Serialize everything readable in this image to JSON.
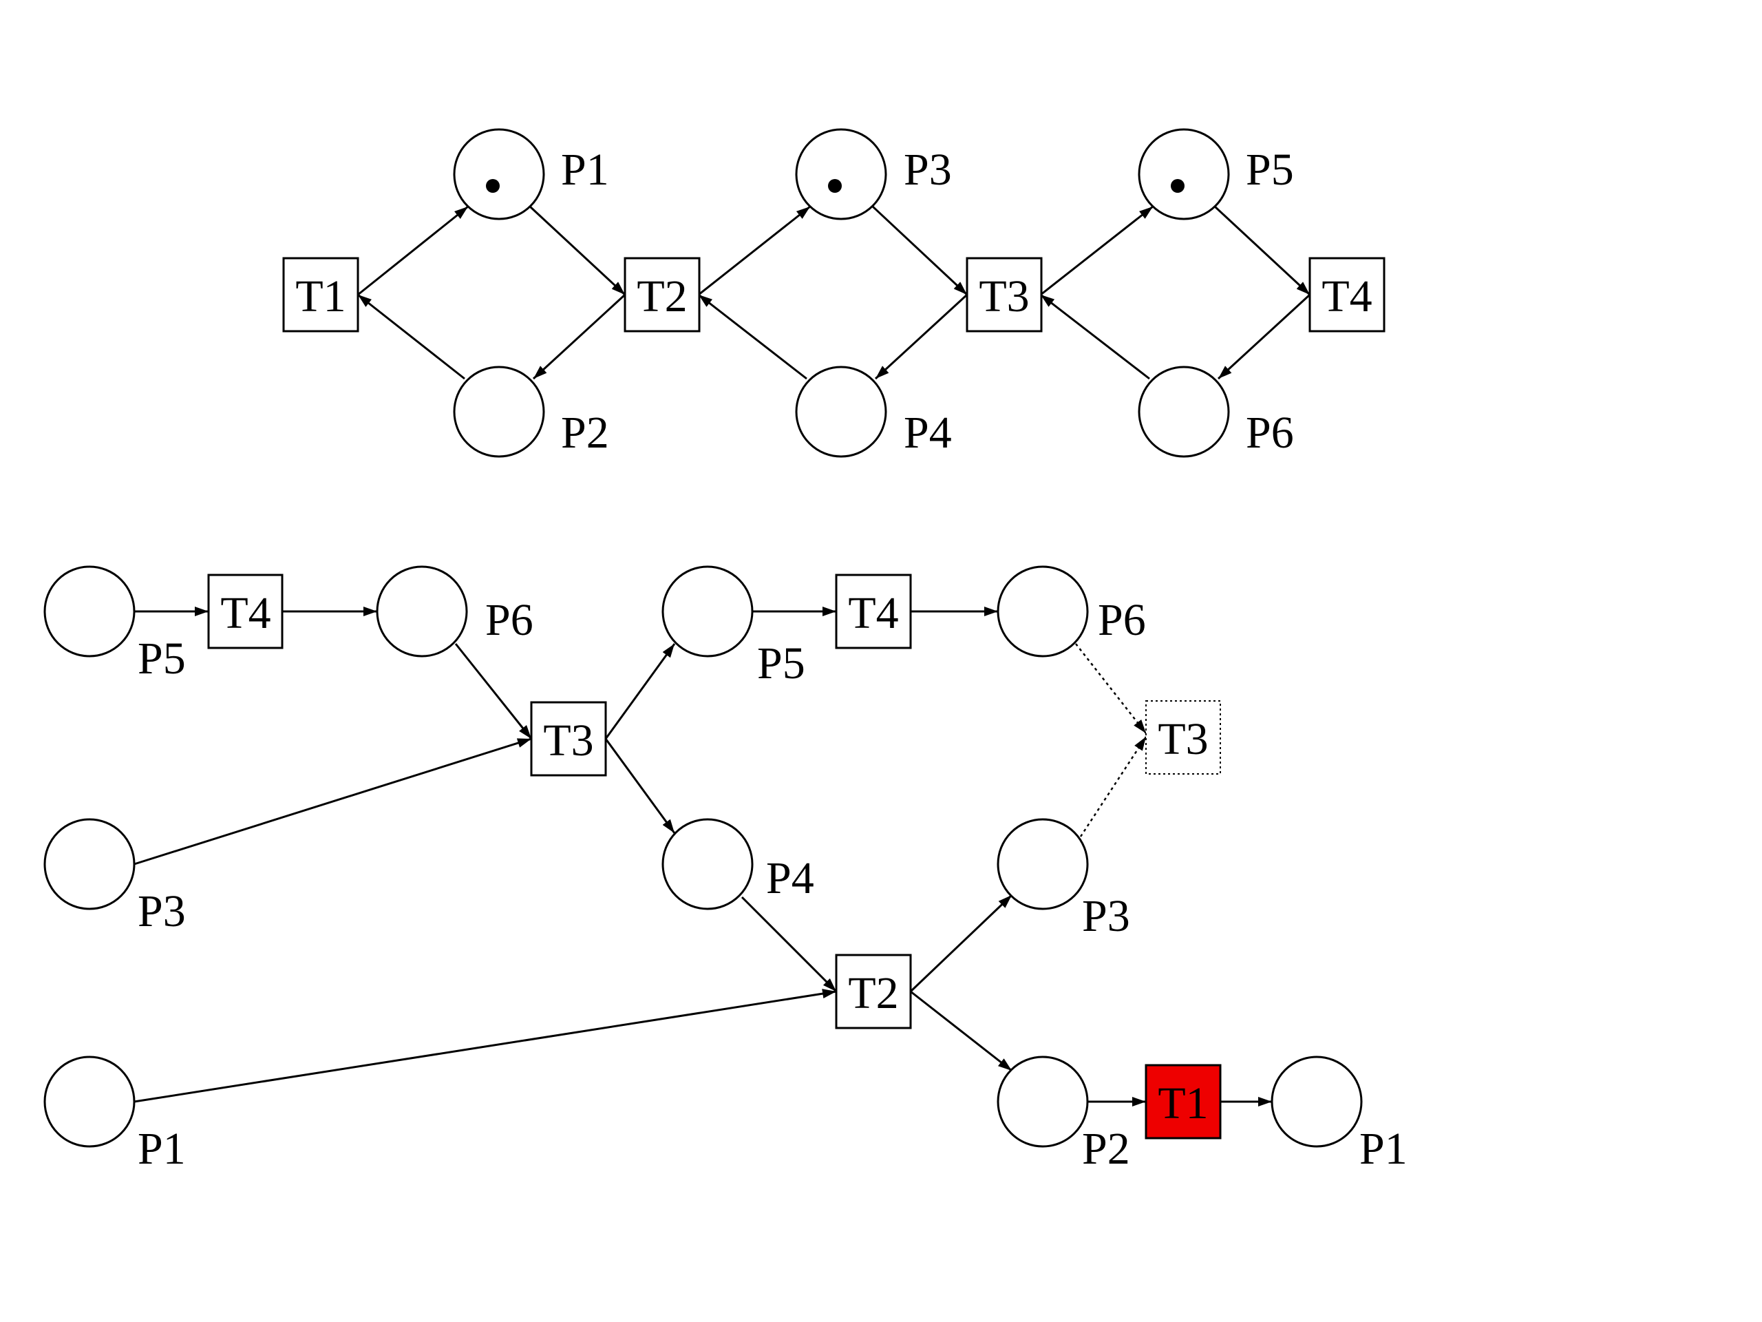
{
  "colors": {
    "stroke": "#000000",
    "background": "#ffffff",
    "highlight": "#ee0000",
    "dotted_stroke": "#888888"
  },
  "net": {
    "places": [
      {
        "id": "P1",
        "label": "P1",
        "tokens": 1
      },
      {
        "id": "P2",
        "label": "P2",
        "tokens": 0
      },
      {
        "id": "P3",
        "label": "P3",
        "tokens": 1
      },
      {
        "id": "P4",
        "label": "P4",
        "tokens": 0
      },
      {
        "id": "P5",
        "label": "P5",
        "tokens": 1
      },
      {
        "id": "P6",
        "label": "P6",
        "tokens": 0
      }
    ],
    "transitions": [
      {
        "id": "T1",
        "label": "T1"
      },
      {
        "id": "T2",
        "label": "T2"
      },
      {
        "id": "T3",
        "label": "T3"
      },
      {
        "id": "T4",
        "label": "T4"
      }
    ],
    "arcs": [
      {
        "from": "T1",
        "to": "P1"
      },
      {
        "from": "P1",
        "to": "T2"
      },
      {
        "from": "P2",
        "to": "T1"
      },
      {
        "from": "T2",
        "to": "P2"
      },
      {
        "from": "T2",
        "to": "P3"
      },
      {
        "from": "P3",
        "to": "T3"
      },
      {
        "from": "P4",
        "to": "T2"
      },
      {
        "from": "T3",
        "to": "P4"
      },
      {
        "from": "T3",
        "to": "P5"
      },
      {
        "from": "P5",
        "to": "T4"
      },
      {
        "from": "P6",
        "to": "T3"
      },
      {
        "from": "T4",
        "to": "P6"
      }
    ]
  },
  "unfolding": {
    "conditions": [
      {
        "id": "c1",
        "label": "P5"
      },
      {
        "id": "c2",
        "label": "P6"
      },
      {
        "id": "c3",
        "label": "P3"
      },
      {
        "id": "c4",
        "label": "P1"
      },
      {
        "id": "c5",
        "label": "P5"
      },
      {
        "id": "c6",
        "label": "P6"
      },
      {
        "id": "c7",
        "label": "P4"
      },
      {
        "id": "c8",
        "label": "P3"
      },
      {
        "id": "c9",
        "label": "P2"
      },
      {
        "id": "c10",
        "label": "P1"
      }
    ],
    "events": [
      {
        "id": "e1",
        "label": "T4",
        "style": "normal"
      },
      {
        "id": "e2",
        "label": "T3",
        "style": "normal"
      },
      {
        "id": "e3",
        "label": "T4",
        "style": "normal"
      },
      {
        "id": "e4",
        "label": "T3",
        "style": "dotted"
      },
      {
        "id": "e5",
        "label": "T2",
        "style": "normal"
      },
      {
        "id": "e6",
        "label": "T1",
        "style": "highlighted"
      }
    ],
    "arcs": [
      {
        "from": "c1",
        "to": "e1",
        "style": "solid"
      },
      {
        "from": "e1",
        "to": "c2",
        "style": "solid"
      },
      {
        "from": "c2",
        "to": "e2",
        "style": "solid"
      },
      {
        "from": "c3",
        "to": "e2",
        "style": "solid"
      },
      {
        "from": "e2",
        "to": "c5",
        "style": "solid"
      },
      {
        "from": "e2",
        "to": "c7",
        "style": "solid"
      },
      {
        "from": "c5",
        "to": "e3",
        "style": "solid"
      },
      {
        "from": "e3",
        "to": "c6",
        "style": "solid"
      },
      {
        "from": "c6",
        "to": "e4",
        "style": "dotted"
      },
      {
        "from": "c8",
        "to": "e4",
        "style": "dotted"
      },
      {
        "from": "c7",
        "to": "e5",
        "style": "solid"
      },
      {
        "from": "c4",
        "to": "e5",
        "style": "solid"
      },
      {
        "from": "e5",
        "to": "c8",
        "style": "solid"
      },
      {
        "from": "e5",
        "to": "c9",
        "style": "solid"
      },
      {
        "from": "c9",
        "to": "e6",
        "style": "solid"
      },
      {
        "from": "e6",
        "to": "c10",
        "style": "solid"
      }
    ]
  }
}
